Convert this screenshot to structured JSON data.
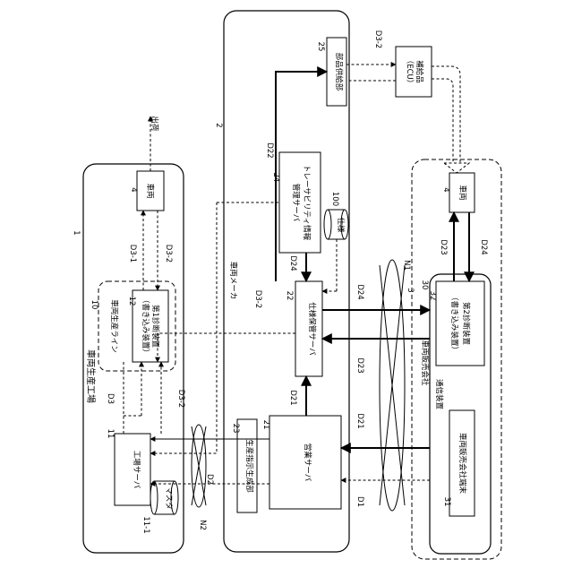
{
  "factory": {
    "ref": "1",
    "title": "車両生産工場",
    "line": {
      "ref": "10",
      "label": "車両生産ライン"
    },
    "diag": {
      "ref": "12",
      "line1": "第1診断装置",
      "line2": "（書き込み装置）"
    },
    "vehicle": {
      "ref": "4",
      "label": "車両"
    },
    "server": {
      "ref": "11",
      "label": "工場サーバ"
    },
    "master": {
      "ref": "11-1",
      "label": "マスタ"
    },
    "shipping": "出荷",
    "d3_1": "D3-1",
    "d3_2a": "D3-2",
    "d3_2b": "D3-2",
    "d3": "D3"
  },
  "maker": {
    "ref": "2",
    "title": "車両メーカ",
    "parts": {
      "ref": "25",
      "label": "部品供給部"
    },
    "trace": {
      "ref": "24",
      "line1": "トレーサビリティ情報",
      "line2": "管理サーバ"
    },
    "spec": {
      "ref": "100",
      "label": "仕様"
    },
    "specserver": {
      "ref": "22",
      "label": "仕様保管サーバ"
    },
    "gen": {
      "ref": "23",
      "label": "生産指示生成部"
    },
    "sales": {
      "ref": "21",
      "label": "営業サーバ"
    },
    "d22": "D22",
    "d24": "D24",
    "d21": "D21",
    "d3_2": "D3-2"
  },
  "dealer": {
    "ref": "3",
    "title": "車両販売会社",
    "comm": {
      "ref": "30",
      "label": "通信装置"
    },
    "diag": {
      "ref": "32",
      "line1": "第2診断装置",
      "line2": "（書き込み装置）"
    },
    "vehicle": {
      "ref": "4",
      "label": "車両"
    },
    "terminal": {
      "ref": "31",
      "label": "車両販売会社端末"
    },
    "d23": "D23",
    "d24": "D24"
  },
  "supply": {
    "line1": "補給品",
    "line2": "（ECU）",
    "d3_2": "D3-2"
  },
  "network": {
    "n1": "N1",
    "n2": "N2",
    "d1": "D1",
    "d2": "D2",
    "d21": "D21",
    "d23": "D23",
    "d24": "D24"
  }
}
